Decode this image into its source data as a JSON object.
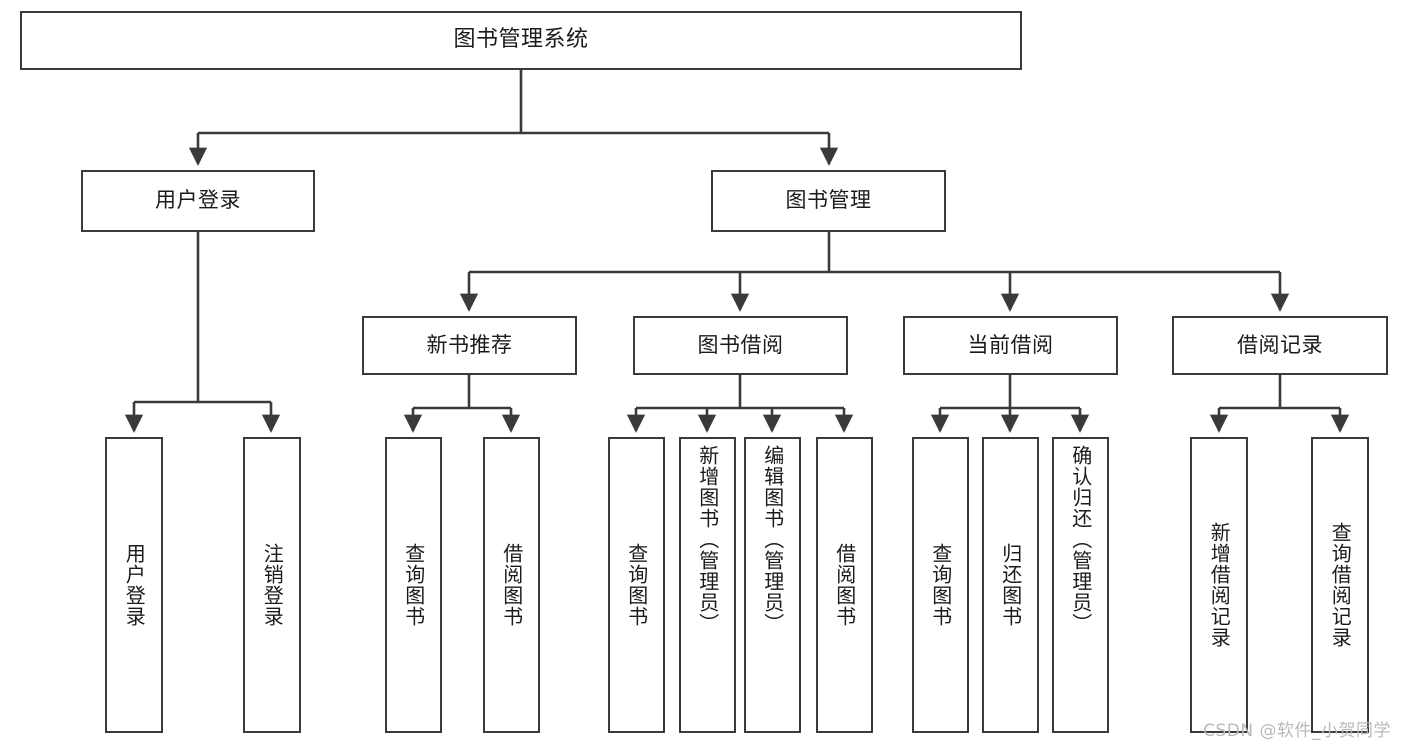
{
  "diagram": {
    "title": "图书管理系统",
    "type": "hierarchy-tree",
    "colors": {
      "box_border": "#3a3a3a",
      "box_fill": "#ffffff",
      "connector": "#3a3a3a",
      "text": "#1b1b1b",
      "watermark": "#b9b9b9",
      "background": "#ffffff"
    }
  },
  "root": {
    "label": "图书管理系统"
  },
  "level_two": [
    {
      "label": "用户登录"
    },
    {
      "label": "图书管理"
    }
  ],
  "level_three": [
    {
      "label": "新书推荐"
    },
    {
      "label": "图书借阅"
    },
    {
      "label": "当前借阅"
    },
    {
      "label": "借阅记录"
    }
  ],
  "leaves": {
    "user_login": [
      {
        "label": "用户登录"
      },
      {
        "label": "注销登录"
      }
    ],
    "new_book_recommend": [
      {
        "label": "查询图书"
      },
      {
        "label": "借阅图书"
      }
    ],
    "book_borrow": [
      {
        "label": "查询图书"
      },
      {
        "label": "新增图书（管理员）"
      },
      {
        "label": "编辑图书（管理员）"
      },
      {
        "label": "借阅图书"
      }
    ],
    "current_borrow": [
      {
        "label": "查询图书"
      },
      {
        "label": "归还图书"
      },
      {
        "label": "确认归还（管理员）"
      }
    ],
    "borrow_record": [
      {
        "label": "新增借阅记录"
      },
      {
        "label": "查询借阅记录"
      }
    ]
  },
  "watermark": {
    "text": "CSDN @软件_小贺同学"
  },
  "chart_data": {
    "type": "table",
    "title": "图书管理系统 功能结构图",
    "nodes": [
      {
        "id": "root",
        "label": "图书管理系统",
        "level": 1,
        "parent": null
      },
      {
        "id": "user-login",
        "label": "用户登录",
        "level": 2,
        "parent": "root"
      },
      {
        "id": "book-manage",
        "label": "图书管理",
        "level": 2,
        "parent": "root"
      },
      {
        "id": "new-book",
        "label": "新书推荐",
        "level": 3,
        "parent": "book-manage"
      },
      {
        "id": "book-borrow",
        "label": "图书借阅",
        "level": 3,
        "parent": "book-manage"
      },
      {
        "id": "current-borrow",
        "label": "当前借阅",
        "level": 3,
        "parent": "book-manage"
      },
      {
        "id": "borrow-record",
        "label": "借阅记录",
        "level": 3,
        "parent": "book-manage"
      },
      {
        "id": "leaf-user-login",
        "label": "用户登录",
        "level": 4,
        "parent": "user-login"
      },
      {
        "id": "leaf-logout",
        "label": "注销登录",
        "level": 4,
        "parent": "user-login"
      },
      {
        "id": "leaf-nb-query",
        "label": "查询图书",
        "level": 4,
        "parent": "new-book"
      },
      {
        "id": "leaf-nb-borrow",
        "label": "借阅图书",
        "level": 4,
        "parent": "new-book"
      },
      {
        "id": "leaf-bb-query",
        "label": "查询图书",
        "level": 4,
        "parent": "book-borrow"
      },
      {
        "id": "leaf-bb-add",
        "label": "新增图书（管理员）",
        "level": 4,
        "parent": "book-borrow"
      },
      {
        "id": "leaf-bb-edit",
        "label": "编辑图书（管理员）",
        "level": 4,
        "parent": "book-borrow"
      },
      {
        "id": "leaf-bb-borrow",
        "label": "借阅图书",
        "level": 4,
        "parent": "book-borrow"
      },
      {
        "id": "leaf-cb-query",
        "label": "查询图书",
        "level": 4,
        "parent": "current-borrow"
      },
      {
        "id": "leaf-cb-return",
        "label": "归还图书",
        "level": 4,
        "parent": "current-borrow"
      },
      {
        "id": "leaf-cb-confirm",
        "label": "确认归还（管理员）",
        "level": 4,
        "parent": "current-borrow"
      },
      {
        "id": "leaf-br-add",
        "label": "新增借阅记录",
        "level": 4,
        "parent": "borrow-record"
      },
      {
        "id": "leaf-br-query",
        "label": "查询借阅记录",
        "level": 4,
        "parent": "borrow-record"
      }
    ]
  }
}
